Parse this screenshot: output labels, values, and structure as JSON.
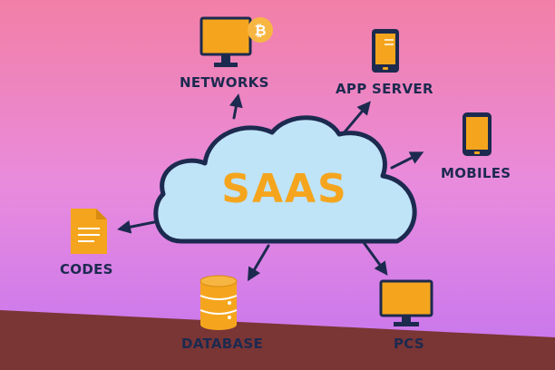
{
  "diagram": {
    "center": "SAAS",
    "nodes": {
      "networks": "NETWORKS",
      "app_server": "APP SERVER",
      "mobiles": "MOBILES",
      "codes": "CODES",
      "database": "DATABASE",
      "pcs": "PCS"
    }
  },
  "colors": {
    "accent": "#F5A51D",
    "outline": "#1C2A4F",
    "cloud_fill": "#BFE3F7",
    "floor": "#7A3535",
    "bg_top": "#F27FA6",
    "bg_mid": "#E68CDF",
    "bg_bottom": "#C873F2"
  },
  "icons": {
    "networks": "monitor-icon",
    "networks_badge": "bitcoin-icon",
    "app_server": "smartphone-icon",
    "mobiles": "mobile-phone-icon",
    "codes": "document-icon",
    "database": "database-icon",
    "pcs": "monitor-icon"
  }
}
